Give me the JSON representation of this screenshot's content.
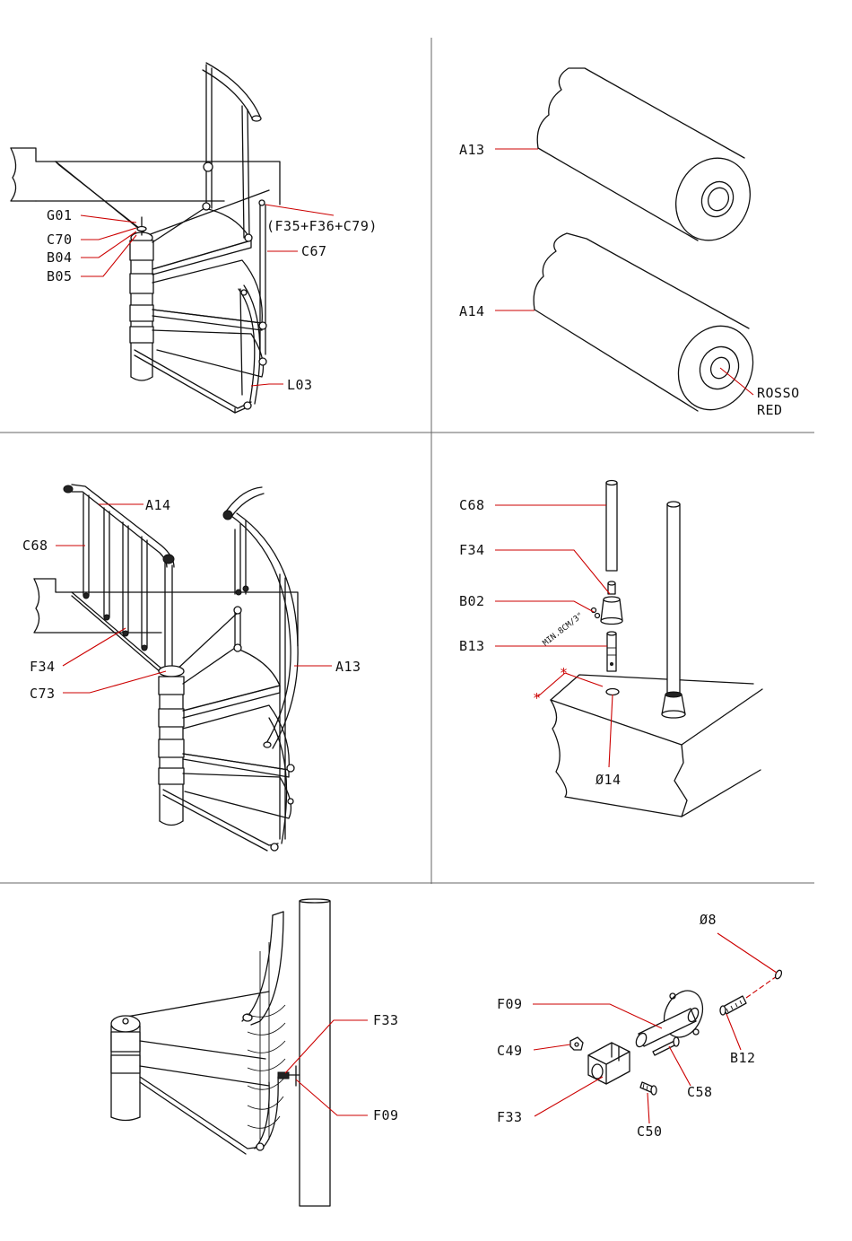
{
  "panels": {
    "p1": {
      "labels": {
        "g01": "G01",
        "c70": "C70",
        "b04": "B04",
        "b05": "B05",
        "kit": "(F35+F36+C79)",
        "c67": "C67",
        "l03": "L03"
      }
    },
    "p2": {
      "labels": {
        "a13": "A13",
        "a14": "A14",
        "rosso": "ROSSO",
        "red": "RED"
      }
    },
    "p3": {
      "labels": {
        "a14": "A14",
        "c68": "C68",
        "f34": "F34",
        "c73": "C73",
        "a13": "A13"
      }
    },
    "p4": {
      "labels": {
        "c68": "C68",
        "f34": "F34",
        "b02": "B02",
        "b13": "B13",
        "min": "MIN.8CM/3\"",
        "hole": "Ø14"
      }
    },
    "p5": {
      "labels": {
        "f33": "F33",
        "f09": "F09"
      }
    },
    "p6": {
      "labels": {
        "d8": "Ø8",
        "f09": "F09",
        "c49": "C49",
        "b12": "B12",
        "c58": "C58",
        "f33": "F33",
        "c50": "C50"
      }
    }
  },
  "colors": {
    "leader": "#cc0000",
    "line": "#111111",
    "divider": "#666666"
  }
}
